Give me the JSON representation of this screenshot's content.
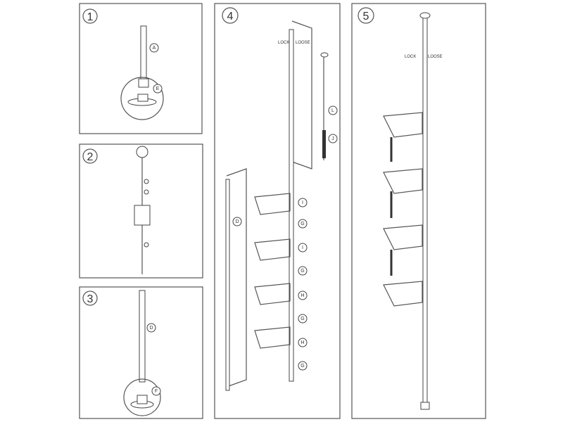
{
  "steps": [
    {
      "number": "1",
      "parts": [
        "A",
        "E"
      ]
    },
    {
      "number": "2",
      "parts": []
    },
    {
      "number": "3",
      "parts": [
        "D",
        "F"
      ]
    },
    {
      "number": "4",
      "parts": [
        "L",
        "J",
        "D",
        "I",
        "G",
        "I",
        "G",
        "H",
        "G",
        "H",
        "G"
      ],
      "lock": "LOCK",
      "loose": "LOOSE"
    },
    {
      "number": "5",
      "lock": "LOCK",
      "loose": "LOOSE"
    }
  ]
}
